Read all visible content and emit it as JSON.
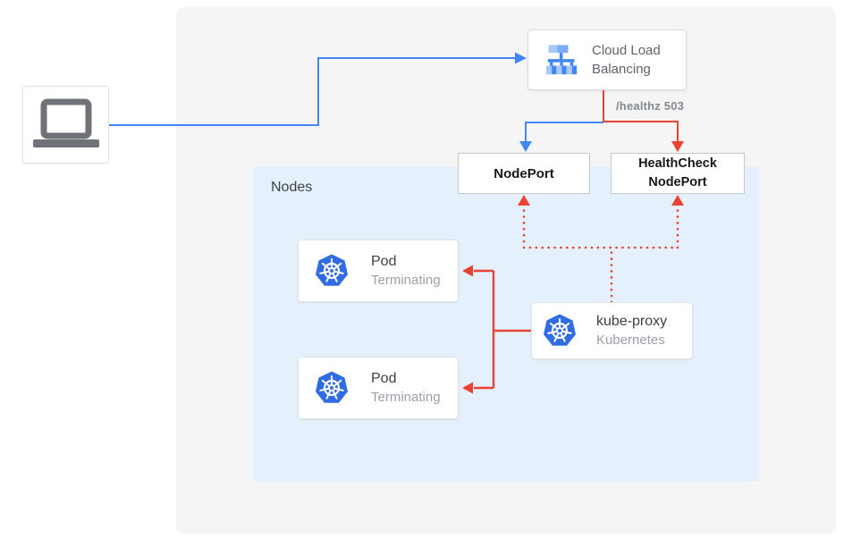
{
  "colors": {
    "primary_blue": "#4285f4",
    "alert_red": "#ea4335",
    "panel_bg": "#f5f5f5",
    "nodes_bg": "#e4f1fc",
    "kubernetes_blue": "#326ce5"
  },
  "client": {
    "icon": "laptop-icon"
  },
  "load_balancer": {
    "line1": "Cloud Load",
    "line2": "Balancing",
    "icon": "cloud-load-balancing-icon"
  },
  "health_annotation": "/healthz 503",
  "nodeport": {
    "label": "NodePort"
  },
  "healthcheck_nodeport": {
    "line1": "HealthCheck",
    "line2": "NodePort"
  },
  "nodes_group": {
    "label": "Nodes"
  },
  "pods": [
    {
      "title": "Pod",
      "status": "Terminating",
      "icon": "kubernetes-icon"
    },
    {
      "title": "Pod",
      "status": "Terminating",
      "icon": "kubernetes-icon"
    }
  ],
  "kube_proxy": {
    "title": "kube-proxy",
    "subtitle": "Kubernetes",
    "icon": "kubernetes-icon"
  }
}
